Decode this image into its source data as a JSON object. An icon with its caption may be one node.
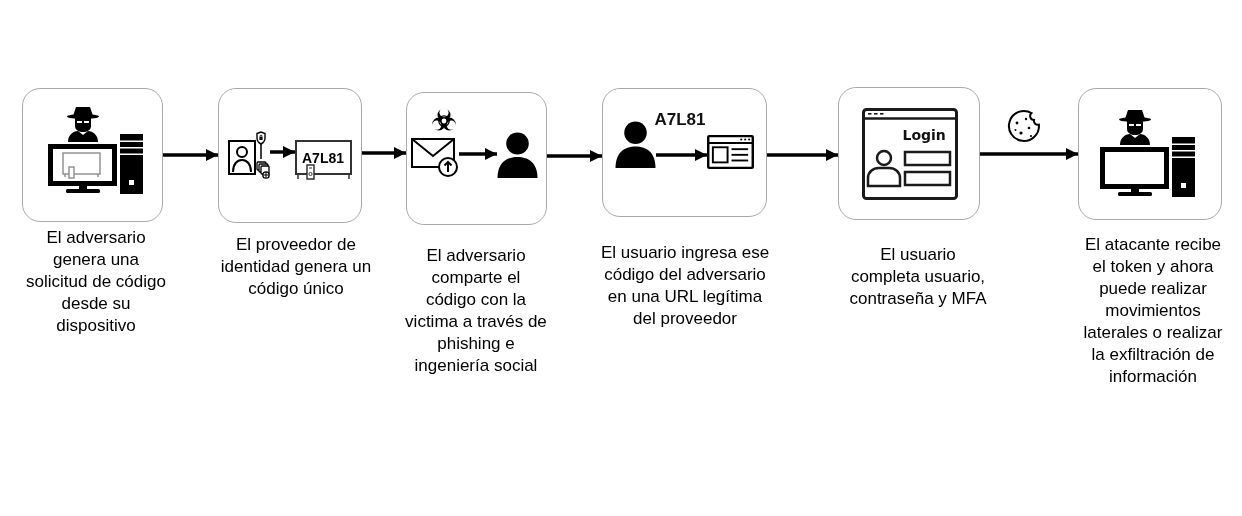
{
  "diagram": {
    "nodes": [
      {
        "text": [],
        "shape": "box",
        "beside": [
          "El adversario genera una solicitud de código desde su dispositivo"
        ]
      },
      {
        "text": [],
        "shape": "box",
        "beside": [
          "El proveedor de identidad genera un código único"
        ]
      },
      {
        "text": [],
        "shape": "picture",
        "in": 1
      },
      {
        "text": [
          "A7L81"
        ],
        "in": 1
      },
      {
        "text": [],
        "shape": "box",
        "beside": [
          "El adversario comparte el código con la victima a través de phishing e ingeniería social"
        ]
      },
      {
        "text": [],
        "shape": "picture",
        "in": 4
      },
      {
        "text": [],
        "shape": "person",
        "in": 4
      },
      {
        "text": [
          "A7L81"
        ],
        "beside": [
          "El usuario ingresa ese código del adversario en una URL legítima del proveedor"
        ]
      },
      {
        "text": [],
        "shape": "person",
        "in": 7
      },
      {
        "text": [],
        "shape": "picture",
        "in": 7
      },
      {
        "text": [
          "Login"
        ],
        "beside": [
          "El usuario completa usuario, contraseña y MFA"
        ]
      },
      {
        "text": [],
        "shape": "box",
        "beside": [
          "El atacante recibe el token y ahora puede realizar movimientos laterales o realizar la exfiltración de información"
        ]
      }
    ],
    "edges": [
      {
        "from": 0,
        "to": 1,
        "arrow": "to"
      },
      {
        "from": 2,
        "to": 3,
        "arrow": "to"
      },
      {
        "from": 1,
        "to": 4,
        "arrow": "to"
      },
      {
        "from": 5,
        "to": 6,
        "arrow": "to"
      },
      {
        "from": 4,
        "to": 7,
        "arrow": "to"
      },
      {
        "from": 8,
        "to": 9,
        "arrow": "to"
      },
      {
        "from": 7,
        "to": 10,
        "arrow": "to"
      },
      {
        "from": 10,
        "to": 11,
        "arrow": "to"
      }
    ]
  }
}
